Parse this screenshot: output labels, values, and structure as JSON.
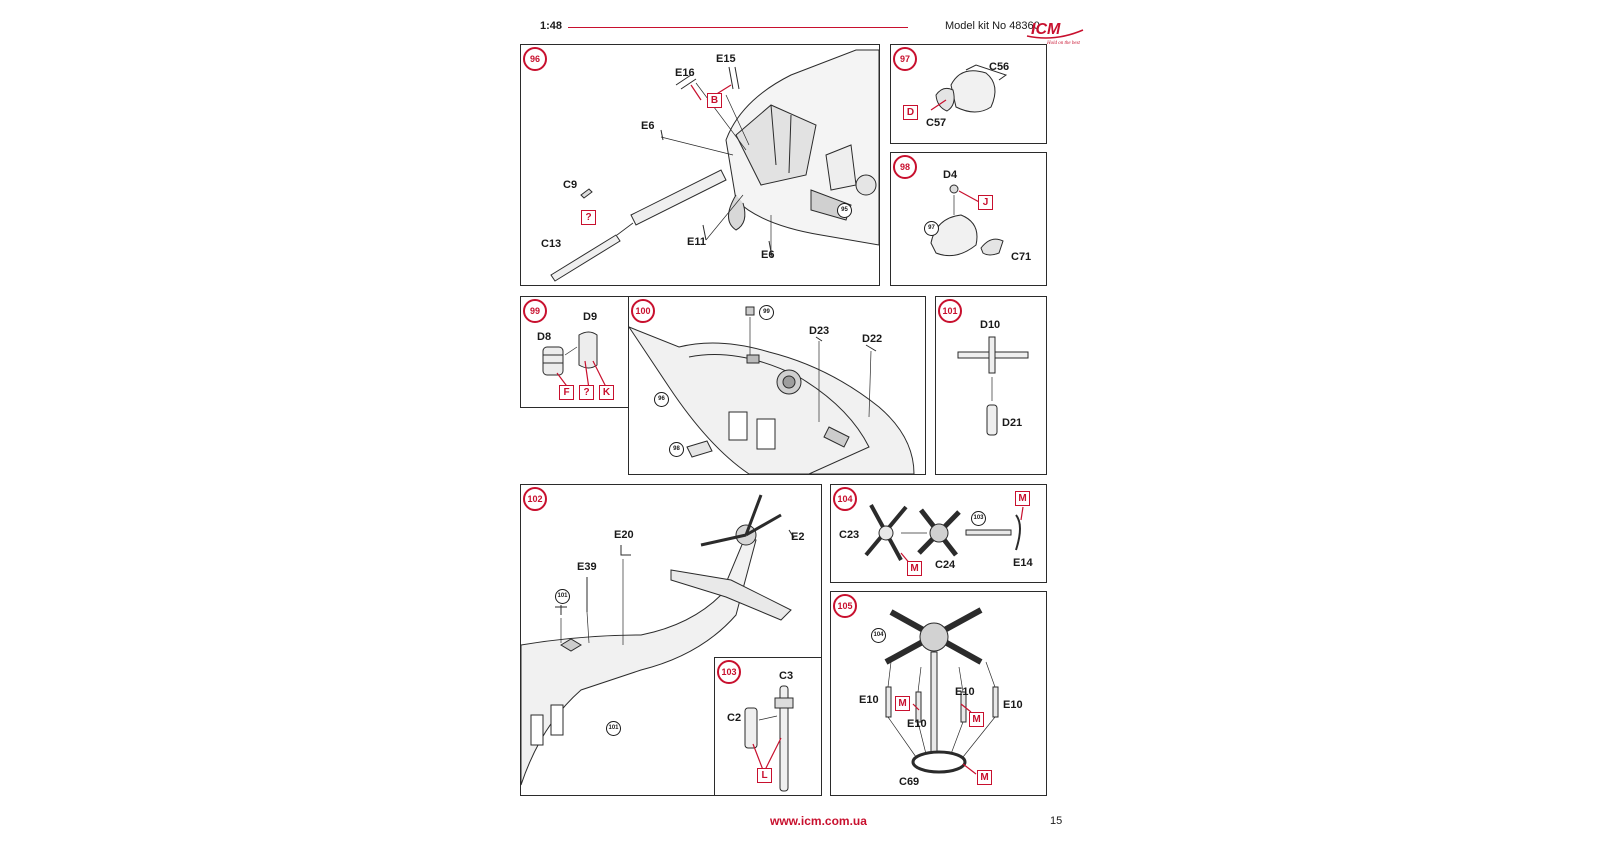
{
  "header": {
    "scale": "1:48",
    "kit": "Model kit No 48360",
    "logo": "ICM",
    "logo_tagline": "Hold on the best"
  },
  "footer": {
    "url": "www.icm.com.ua",
    "page": "15"
  },
  "colors": {
    "accent": "#c8102e",
    "line": "#2b2b2b"
  },
  "steps": {
    "s96": {
      "num": "96",
      "labels": [
        "E16",
        "E15",
        "E6",
        "C9",
        "C13",
        "E11",
        "E6"
      ],
      "boxes": [
        "B",
        "?"
      ],
      "refs": [
        "95"
      ]
    },
    "s97": {
      "num": "97",
      "labels": [
        "C56",
        "C57"
      ],
      "boxes": [
        "D"
      ]
    },
    "s98": {
      "num": "98",
      "labels": [
        "D4",
        "C71"
      ],
      "boxes": [
        "J"
      ],
      "refs": [
        "97"
      ]
    },
    "s99": {
      "num": "99",
      "labels": [
        "D9",
        "D8"
      ],
      "boxes": [
        "F",
        "?",
        "K"
      ]
    },
    "s100": {
      "num": "100",
      "labels": [
        "D23",
        "D22"
      ],
      "refs": [
        "99",
        "96",
        "98"
      ]
    },
    "s101": {
      "num": "101",
      "labels": [
        "D10",
        "D21"
      ]
    },
    "s102": {
      "num": "102",
      "labels": [
        "E20",
        "E2",
        "E39"
      ],
      "refs": [
        "101",
        "101"
      ]
    },
    "s103": {
      "num": "103",
      "labels": [
        "C3",
        "C2"
      ],
      "boxes": [
        "L"
      ]
    },
    "s104": {
      "num": "104",
      "labels": [
        "C23",
        "C24",
        "E14"
      ],
      "boxes": [
        "M",
        "M"
      ],
      "refs": [
        "103"
      ]
    },
    "s105": {
      "num": "105",
      "labels": [
        "E10",
        "E10",
        "E10",
        "E10",
        "C69"
      ],
      "boxes": [
        "M",
        "M",
        "M"
      ],
      "refs": [
        "104"
      ]
    }
  }
}
